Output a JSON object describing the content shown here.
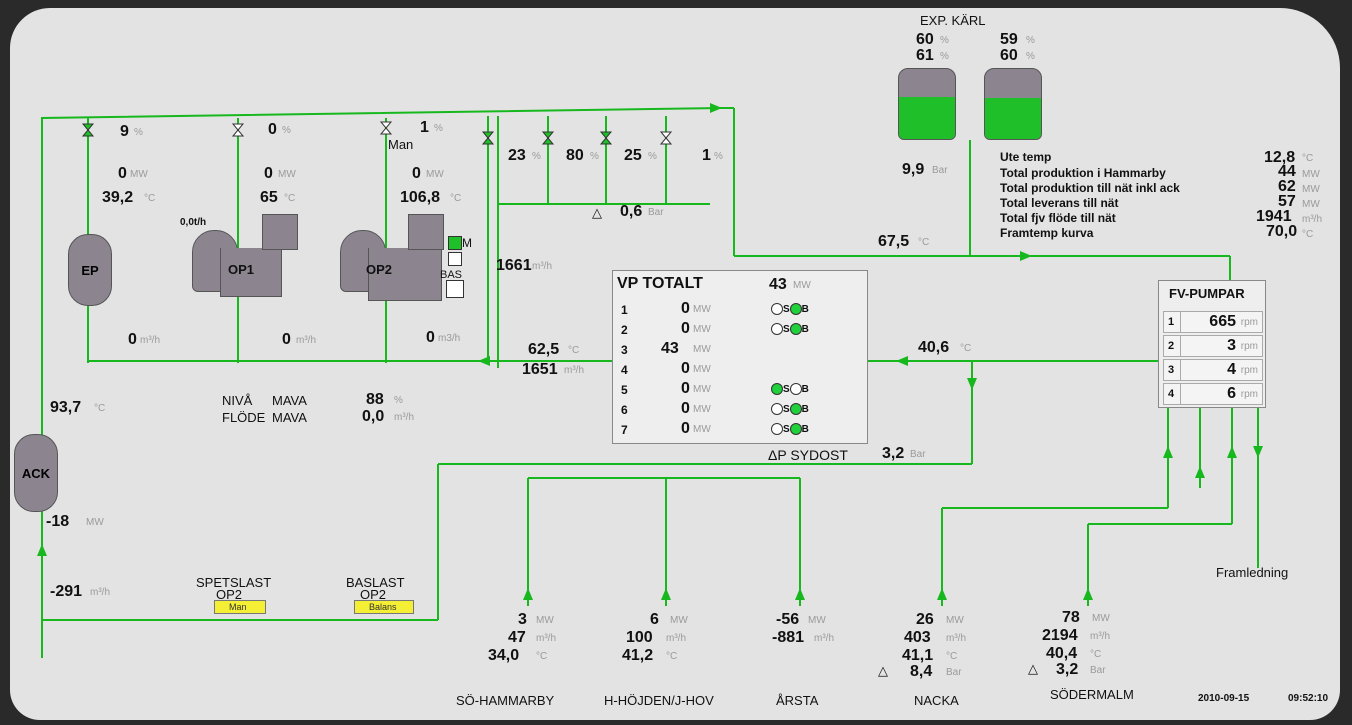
{
  "exp_karl": {
    "title": "EXP. KÄRL",
    "left": {
      "top": "60",
      "bottom": "61"
    },
    "right": {
      "top": "59",
      "bottom": "60"
    },
    "pressure": "9,9",
    "pressure_unit": "Bar"
  },
  "units": {
    "mw": "MW",
    "pct": "%",
    "degc": "°C",
    "m3h": "m³/h",
    "m3h_alt": "m3/h",
    "bar": "Bar",
    "rpm": "rpm",
    "th": "t/h"
  },
  "valves": {
    "ep": "9",
    "op1": "0",
    "op2": "1",
    "op2_mode": "Man",
    "v4": "23",
    "v5": "80",
    "v6": "25",
    "v7": "1"
  },
  "ep": {
    "label": "EP",
    "mw": "0",
    "temp": "39,2",
    "flow": "0"
  },
  "op1": {
    "label": "OP1",
    "th": "0,0",
    "mw": "0",
    "temp": "65",
    "flow": "0"
  },
  "op2": {
    "label": "OP2",
    "mw": "0",
    "temp": "106,8",
    "flow": "0",
    "m_label": "M",
    "bas_label": "BAS"
  },
  "dp_top": {
    "symbol": "△",
    "value": "0,6"
  },
  "flow_1661": "1661",
  "return_line": {
    "temp": "62,5",
    "flow": "1651"
  },
  "supply_temp": "67,5",
  "fv_return_temp": "40,6",
  "ack": {
    "label": "ACK",
    "temp": "93,7",
    "mw": "-18",
    "flow": "-291"
  },
  "mava": {
    "niva_label": "NIVÅ",
    "niva_sub": "MAVA",
    "niva_value": "88",
    "flode_label": "FLÖDE",
    "flode_sub": "MAVA",
    "flode_value": "0,0"
  },
  "info": [
    {
      "label": "Ute temp",
      "value": "12,8",
      "unit": "°C"
    },
    {
      "label": "Total produktion i Hammarby",
      "value": "44",
      "unit": "MW"
    },
    {
      "label": "Total produktion till nät inkl ack",
      "value": "62",
      "unit": "MW"
    },
    {
      "label": "Total leverans till nät",
      "value": "57",
      "unit": "MW"
    },
    {
      "label": "Total fjv flöde till nät",
      "value": "1941",
      "unit": "m³/h"
    },
    {
      "label": "Framtemp kurva",
      "value": "70,0",
      "unit": "°C"
    }
  ],
  "vp": {
    "title": "VP TOTALT",
    "total": "43",
    "rows": [
      {
        "num": "1",
        "val": "0",
        "s": false,
        "b": true,
        "show_radio": true
      },
      {
        "num": "2",
        "val": "0",
        "s": false,
        "b": true,
        "show_radio": true
      },
      {
        "num": "3",
        "val": "43",
        "s": false,
        "b": false,
        "show_radio": false
      },
      {
        "num": "4",
        "val": "0",
        "s": false,
        "b": false,
        "show_radio": false
      },
      {
        "num": "5",
        "val": "0",
        "s": true,
        "b": false,
        "show_radio": true
      },
      {
        "num": "6",
        "val": "0",
        "s": false,
        "b": true,
        "show_radio": true
      },
      {
        "num": "7",
        "val": "0",
        "s": false,
        "b": true,
        "show_radio": true
      }
    ],
    "s_label": "S",
    "b_label": "B"
  },
  "sydost": {
    "label": "ΔP SYDOST",
    "value": "3,2"
  },
  "fv_pumpar": {
    "title": "FV-PUMPAR",
    "rows": [
      {
        "num": "1",
        "val": "665"
      },
      {
        "num": "2",
        "val": "3"
      },
      {
        "num": "3",
        "val": "4"
      },
      {
        "num": "4",
        "val": "6"
      }
    ]
  },
  "framledning": "Framledning",
  "spetslast": {
    "title": "SPETSLAST",
    "sub": "OP2",
    "mode": "Man"
  },
  "baslast": {
    "title": "BASLAST",
    "sub": "OP2",
    "mode": "Balans"
  },
  "consumers": {
    "so_hammarby": {
      "name": "SÖ-HAMMARBY",
      "mw": "3",
      "flow": "47",
      "temp": "34,0"
    },
    "h_hojden": {
      "name": "H-HÖJDEN/J-HOV",
      "mw": "6",
      "flow": "100",
      "temp": "41,2"
    },
    "arsta": {
      "name": "ÅRSTA",
      "mw": "-56",
      "flow": "-881"
    },
    "nacka": {
      "name": "NACKA",
      "mw": "26",
      "flow": "403",
      "temp": "41,1",
      "dp": "8,4"
    },
    "sodermalm": {
      "name": "SÖDERMALM",
      "mw": "78",
      "flow": "2194",
      "temp": "40,4",
      "dp": "3,2"
    }
  },
  "footer": {
    "date": "2010-09-15",
    "time": "09:52:10"
  },
  "colors": {
    "pipe": "#17b81e",
    "tank": "#8c8590",
    "fill_green": "#1fbf2a",
    "highlight": "#f4ee35"
  }
}
